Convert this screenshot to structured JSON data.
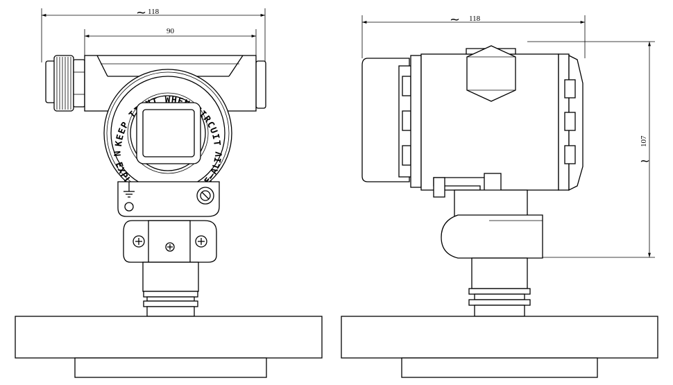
{
  "front_view": {
    "overall_width_tilde": "~",
    "overall_width": "118",
    "housing_width": "90",
    "ring_text_top": "KEEP TIGHT WHEN CIRCUIT",
    "ring_text_bottom": "IN EXPLOSIVE ATMOSPHERE—ALIVE",
    "ground_icon": "ground-icon"
  },
  "side_view": {
    "overall_width_tilde": "~",
    "overall_width": "118",
    "height_tilde": "~",
    "height": "107"
  }
}
